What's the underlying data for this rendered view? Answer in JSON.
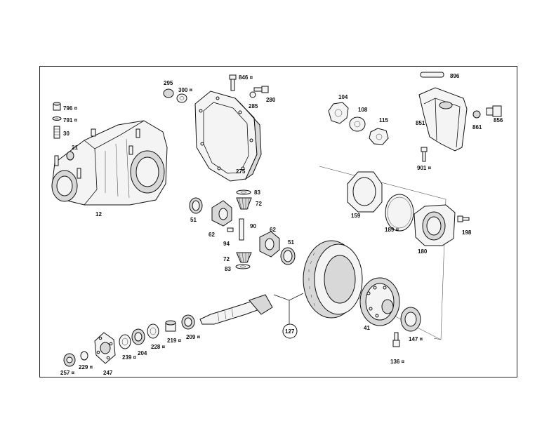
{
  "diagram": {
    "callouts": [
      {
        "id": "c-796",
        "text": "796 ¤"
      },
      {
        "id": "c-791",
        "text": "791 ¤"
      },
      {
        "id": "c-30",
        "text": "30"
      },
      {
        "id": "c-21",
        "text": "21"
      },
      {
        "id": "c-12",
        "text": "12"
      },
      {
        "id": "c-295",
        "text": "295"
      },
      {
        "id": "c-300",
        "text": "300 ¤"
      },
      {
        "id": "c-846",
        "text": "846 ¤"
      },
      {
        "id": "c-280",
        "text": "280"
      },
      {
        "id": "c-285",
        "text": "285"
      },
      {
        "id": "c-275",
        "text": "275"
      },
      {
        "id": "c-83a",
        "text": "83"
      },
      {
        "id": "c-72a",
        "text": "72"
      },
      {
        "id": "c-51a",
        "text": "51"
      },
      {
        "id": "c-62a",
        "text": "62"
      },
      {
        "id": "c-90",
        "text": "90"
      },
      {
        "id": "c-94",
        "text": "94"
      },
      {
        "id": "c-62b",
        "text": "62"
      },
      {
        "id": "c-51b",
        "text": "51"
      },
      {
        "id": "c-72b",
        "text": "72"
      },
      {
        "id": "c-83b",
        "text": "83"
      },
      {
        "id": "c-104",
        "text": "104"
      },
      {
        "id": "c-108",
        "text": "108"
      },
      {
        "id": "c-115",
        "text": "115"
      },
      {
        "id": "c-896",
        "text": "896"
      },
      {
        "id": "c-851",
        "text": "851"
      },
      {
        "id": "c-861",
        "text": "861"
      },
      {
        "id": "c-856",
        "text": "856"
      },
      {
        "id": "c-901",
        "text": "901 ¤"
      },
      {
        "id": "c-159",
        "text": "159"
      },
      {
        "id": "c-189",
        "text": "189 ¤"
      },
      {
        "id": "c-180",
        "text": "180"
      },
      {
        "id": "c-198",
        "text": "198"
      },
      {
        "id": "c-127",
        "text": "127"
      },
      {
        "id": "c-41",
        "text": "41"
      },
      {
        "id": "c-147",
        "text": "147 ¤"
      },
      {
        "id": "c-136",
        "text": "136 ¤"
      },
      {
        "id": "c-209",
        "text": "209 ¤"
      },
      {
        "id": "c-219",
        "text": "219 ¤"
      },
      {
        "id": "c-228",
        "text": "228 ¤"
      },
      {
        "id": "c-204",
        "text": "204"
      },
      {
        "id": "c-239",
        "text": "239 ¤"
      },
      {
        "id": "c-229",
        "text": "229 ¤"
      },
      {
        "id": "c-247",
        "text": "247"
      },
      {
        "id": "c-257",
        "text": "257 ¤"
      }
    ]
  }
}
